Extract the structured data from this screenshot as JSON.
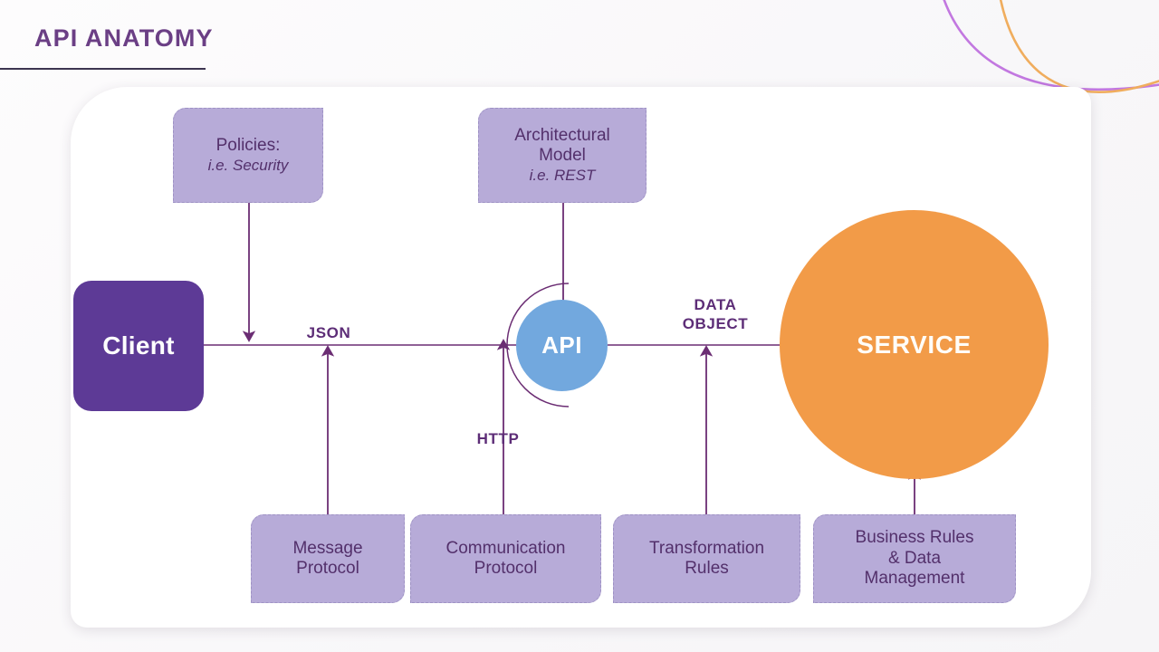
{
  "slide": {
    "title": "API ANATOMY",
    "background_color": "#fbfafb",
    "card_color": "#ffffff"
  },
  "decoration": {
    "arc_purple_color": "#c278e0",
    "arc_orange_color": "#f0ad5e"
  },
  "nodes": {
    "client": {
      "label": "Client",
      "color": "#5d3a96",
      "text_color": "#ffffff"
    },
    "api": {
      "label": "API",
      "color": "#72a8de",
      "text_color": "#ffffff"
    },
    "service": {
      "label": "SERVICE",
      "color": "#f29b48",
      "text_color": "#fffdf8"
    }
  },
  "top_boxes": [
    {
      "title": "Policies:",
      "subtitle": "i.e. Security"
    },
    {
      "title": "Architectural\nModel",
      "subtitle": "i.e. REST"
    }
  ],
  "top_boxes_text": {
    "policies_title": "Policies:",
    "policies_sub": "i.e. Security",
    "arch_line1": "Architectural",
    "arch_line2": "Model",
    "arch_sub": "i.e. REST"
  },
  "bottom_boxes": [
    {
      "line1": "Message",
      "line2": "Protocol"
    },
    {
      "line1": "Communication",
      "line2": "Protocol"
    },
    {
      "line1": "Transformation",
      "line2": "Rules"
    },
    {
      "line1": "Business Rules",
      "line2": "& Data",
      "line3": "Management"
    }
  ],
  "edge_labels": {
    "json": "JSON",
    "http": "HTTP",
    "data_object_line1": "DATA",
    "data_object_line2": "OBJECT"
  },
  "colors": {
    "lilac_fill": "#b7abd8",
    "lilac_border": "#9e92c4",
    "line_purple": "#6b2d73",
    "title_purple": "#6b3f85",
    "rule_dark": "#3c3550"
  }
}
